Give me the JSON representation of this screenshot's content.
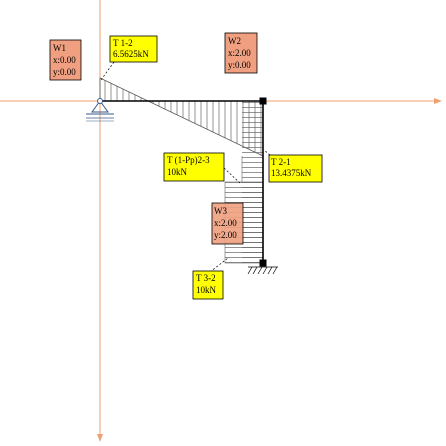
{
  "colors": {
    "axis": "#f0a070",
    "structure": "#000000",
    "hatch": "#555555",
    "force_label_bg": "#ffff00",
    "node_label_bg": "#f0a080",
    "label_border": "#000000"
  },
  "force_labels": [
    {
      "id": "t12",
      "line1": "T  1-2",
      "line2": "6.5625kN"
    },
    {
      "id": "t21",
      "line1": "T  2-1",
      "line2": "13.4375kN"
    },
    {
      "id": "t1pp23",
      "line1": "T  (1-Pp)2-3",
      "line2": "10kN"
    },
    {
      "id": "t32",
      "line1": "T  3-2",
      "line2": "10kN"
    }
  ],
  "node_labels": [
    {
      "id": "w1",
      "name": "W1",
      "x_text": "x:0.00",
      "y_text": "y:0.00"
    },
    {
      "id": "w2",
      "name": "W2",
      "x_text": "x:2.00",
      "y_text": "y:0.00"
    },
    {
      "id": "w3",
      "name": "W3",
      "x_text": "x:2.00",
      "y_text": "y:2.00"
    }
  ],
  "nodes": [
    {
      "id": "w1",
      "support": "pinned"
    },
    {
      "id": "w2",
      "support": "none"
    },
    {
      "id": "w3",
      "support": "pinned"
    }
  ]
}
